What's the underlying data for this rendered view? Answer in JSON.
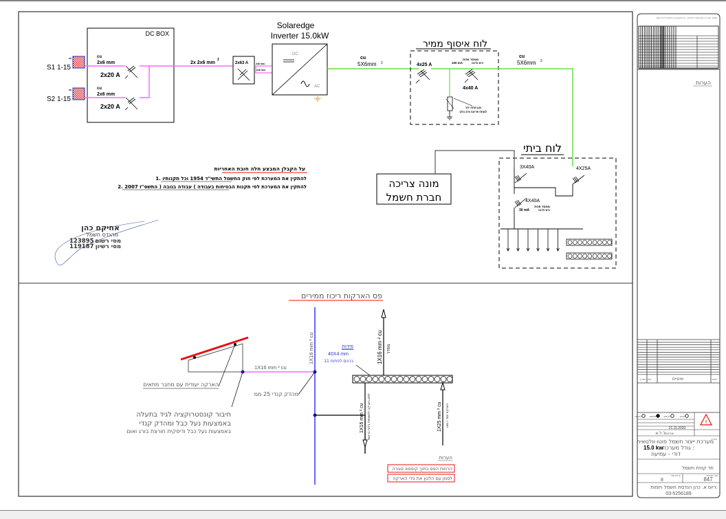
{
  "dc_box": {
    "title": "DC BOX",
    "strings": [
      {
        "label": "S1 1-15",
        "cable_material": "cu",
        "cable_size": "2x6 mm",
        "breaker": "2x20 A"
      },
      {
        "label": "S2 1-15",
        "cable_material": "cu",
        "cable_size": "2x6 mm",
        "breaker": "2x20 A"
      }
    ],
    "output_cable": "2x 2x6 mm",
    "output_cable_sup": "2"
  },
  "dc_isolator": {
    "rating": "2x63 A",
    "out_cable_1": "2x6 mm",
    "out_cable_2": "2x6 mm"
  },
  "inverter": {
    "title_line1": "Solaredge",
    "title_line2": "Inverter 15.0kW",
    "dc_label": "DC",
    "ac_label": "AC"
  },
  "ac_cable_1": {
    "material": "cu",
    "size": "5X6mm",
    "sup": "2"
  },
  "ac_cable_2": {
    "material": "cu",
    "size": "5X6mm",
    "sup": "2"
  },
  "collector_panel": {
    "title": "לוח איסוף ממיר",
    "main_breaker": "4x25 A",
    "rcd_label_1": "ממסר פחת",
    "rcd_label_2": "זרם זליגה",
    "rcd_sensitivity": "100 mA",
    "rcd_rating": "4x40 A",
    "surge_label_1": "מגן מתח יתר",
    "surge_label_2": "למתח פריצה 275 וולט"
  },
  "home_panel": {
    "title": "לוח ביתי",
    "breaker_main": "3X40A",
    "breaker_pv": "4X25A",
    "breaker_rcd": "4X40A",
    "rcd_label_1": "ממסר פחת",
    "rcd_label_2": "זרם זליגה",
    "rcd_sensitivity": "30 mA"
  },
  "meter": {
    "line1": "מונה צריכה",
    "line2": "חברת חשמל"
  },
  "notes_top": {
    "heading": "על הקבלן המבצע חלה חובת האחריות",
    "items": [
      "1. להתקין את המערכת לפי חוק החשמל התשי\"ד 1954 וכל תקנותיו",
      "2. להתקין את המערכת לפי תקנות הבטיחות בעבודה ) עבודה בגובה ( התשס\"ז 2007"
    ]
  },
  "stamp": {
    "name": "אחיקם כהן",
    "title": "מהנדס חשמל",
    "reg_label": "מסי רשום",
    "reg_no": "123895",
    "lic_label": "מסי רשיון",
    "lic_no": "119187"
  },
  "grounding": {
    "title": "פס הארקות ריכוז ממירים",
    "cable_horizontal": "1X16 mm ² cu",
    "cable_vertical_main": "1X16 mm ² cu",
    "cable_up": "1X16 mm ² cu",
    "cable_up_label": "מסדר",
    "cable_down_left": "1X16 mm ² cu",
    "cable_down_left_label": "לפס הארקה לתשתיות בלוח הראשי",
    "cable_down_right": "1X25 mm ² cu",
    "cable_down_right_label": "הארקת יסוד / מוט",
    "busbar_label_1": "מידות",
    "busbar_label_2": "40X4 mm",
    "busbar_label_3": "11 ברגים לפחות",
    "panel_ground_label": "הארקה יעודית עם מחבר מתאים",
    "clamp_label": "מהדק קנדי 25 ממ",
    "construction_note_1": "חיבור קונסטרוקציה לגיד בתעלה",
    "construction_note_2": "באמצעות נעל כבל ומהדק קנדי",
    "construction_note_3": "באמצעות נעל כבל ודיסקית חורצת בורג ואום",
    "notes_heading": "הערות",
    "notes": [
      "הרוזות הפס בתוך קופסא סגורה",
      "לסמן עם הלכון את גידי הארקה"
    ]
  },
  "title_block": {
    "header_note": "מסמך אשר ב-רשות משרד מהנדס - אין להעתיק או לשכפל ללא אישור",
    "remarks_label": "הערות",
    "revisions_label": "שינויים",
    "rev_col_1": "תאריך",
    "rev_col_2": "מס'",
    "rev_col_3": "תאור",
    "status_options": [
      "תכנון",
      "לביצוע",
      "מאושר",
      "לתאום"
    ],
    "date": "21.11.2020",
    "drawn_by_label": "שרטט",
    "drawn_by": "ל.ל.א",
    "company_label": "חברה",
    "project_line1": "מערכת ייצור חשמל פוטו-וולטאית",
    "project_line2": "גודל מערכת :",
    "project_power": "15.0  kw",
    "project_line3": "דודי - עמיעוז",
    "drawing_title": "חד קווית חשמל",
    "sheet_label": "גיליון מס'",
    "sheet_no": "8",
    "drawing_no_label": "מס' תוכנית",
    "drawing_no": "847",
    "designer": "א. כהן הנדסת חשמל ויזמות",
    "designer_label": "ריוס:",
    "phone": "03-5256189"
  },
  "colors": {
    "dc_line": "#ff66ff",
    "ac_line": "#66dd44",
    "ground_main": "#3333ff",
    "panel_red": "#e81010",
    "pv_fill": "#d82020",
    "pv_border": "#2030c0",
    "ground_node": "#1a1aa0"
  }
}
